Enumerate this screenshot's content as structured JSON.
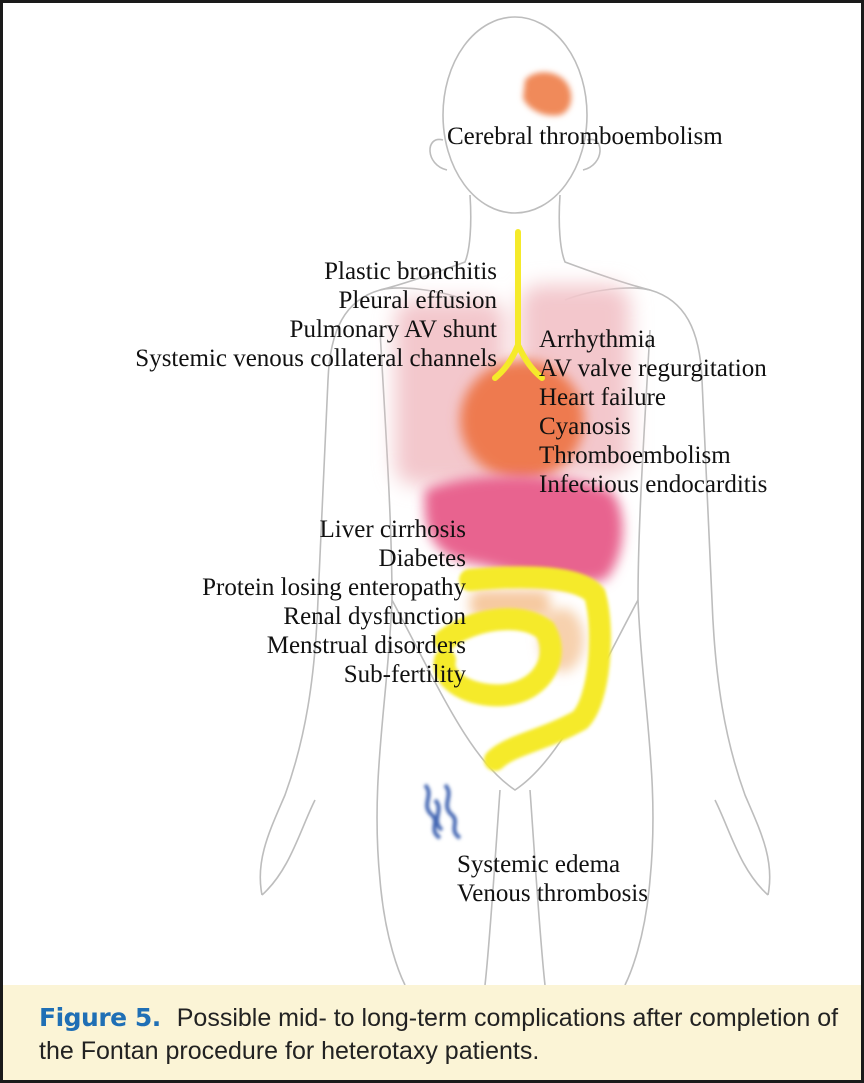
{
  "labels": {
    "head": [
      "Cerebral thromboembolism"
    ],
    "chest_left": [
      "Plastic bronchitis",
      "Pleural effusion",
      "Pulmonary AV shunt",
      "Systemic venous collateral channels"
    ],
    "heart_right": [
      "Arrhythmia",
      "AV valve regurgitation",
      "Heart failure",
      "Cyanosis",
      "Thromboembolism",
      "Infectious endocarditis"
    ],
    "abdomen_left": [
      "Liver cirrhosis",
      "Diabetes",
      "Protein losing enteropathy",
      "Renal dysfunction",
      "Menstrual disorders",
      "Sub-fertility"
    ],
    "legs": [
      "Systemic edema",
      "Venous thrombosis"
    ]
  },
  "caption": {
    "figure_label": "Figure 5.",
    "text": "Possible mid- to long-term complications after completion of the Fontan procedure for heterotaxy patients."
  },
  "colors": {
    "caption_bg": "#fbf4d6",
    "figure_label": "#1f6fb5",
    "brain": "#f08a5a",
    "lungs": "#f3c7cc",
    "heart": "#ee7a50",
    "liver": "#e8638f",
    "intestine": "#f5ea2a",
    "kidney": "#f6c9a0",
    "veins": "#4467b3"
  }
}
